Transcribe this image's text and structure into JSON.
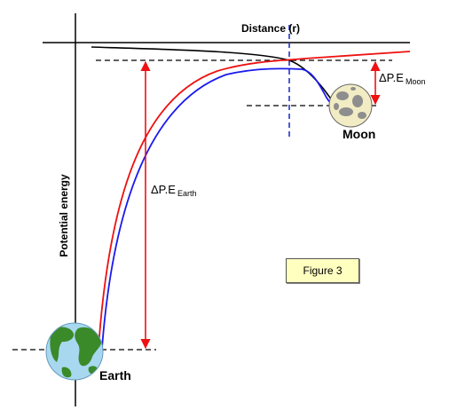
{
  "axes": {
    "x_label": "Distance (r)",
    "y_label": "Potential energy"
  },
  "bodies": {
    "earth": "Earth",
    "moon": "Moon"
  },
  "annotations": {
    "dpe_earth_main": "ΔP.E",
    "dpe_earth_sub": "Earth",
    "dpe_moon_main": "ΔP.E",
    "dpe_moon_sub": "Moon"
  },
  "figure_label": "Figure 3",
  "colors": {
    "earth_curve": "#ee1111",
    "combined_curve": "#1a1aee",
    "moon_curve": "#000000",
    "marker_line": "#2233cc",
    "arrows": "#ee1111",
    "figure_box": "#ffffc0"
  }
}
